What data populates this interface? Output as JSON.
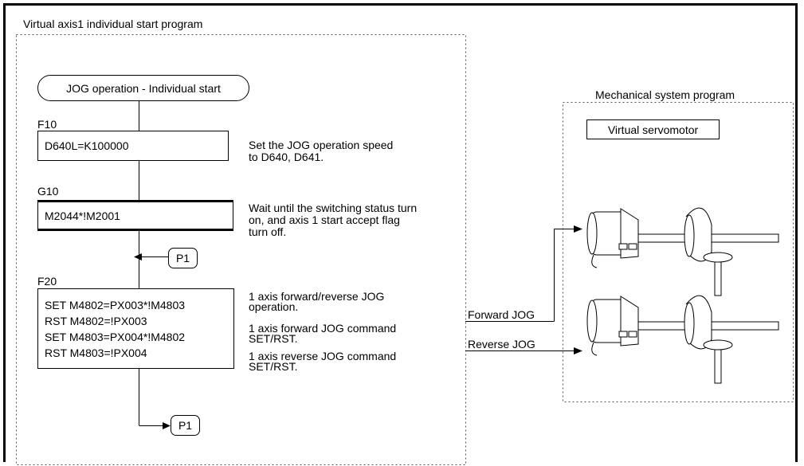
{
  "main_panel": {
    "title": "Virtual axis1 individual start program"
  },
  "mech_panel": {
    "title": "Mechanical system program",
    "motor_label": "Virtual servomotor"
  },
  "flow": {
    "start_label": "JOG operation - Individual start",
    "f10": {
      "step": "F10",
      "code": "D640L=K100000",
      "comment": [
        "Set the JOG operation speed",
        "to D640, D641."
      ]
    },
    "g10": {
      "step": "G10",
      "code": "M2044*!M2001",
      "comment": [
        "Wait until the switching status turn",
        "on, and axis 1 start accept flag",
        "turn off."
      ]
    },
    "p1_top": "P1",
    "f20": {
      "step": "F20",
      "code": [
        "SET M4802=PX003*!M4803",
        "RST M4802=!PX003",
        "SET M4803=PX004*!M4802",
        "RST M4803=!PX004"
      ],
      "comment": [
        "1 axis forward/reverse JOG",
        "operation.",
        "1 axis forward JOG command",
        "SET/RST.",
        "1 axis reverse JOG command",
        "SET/RST."
      ]
    },
    "p1_bottom": "P1"
  },
  "signals": {
    "forward": "Forward JOG",
    "reverse": "Reverse JOG"
  }
}
